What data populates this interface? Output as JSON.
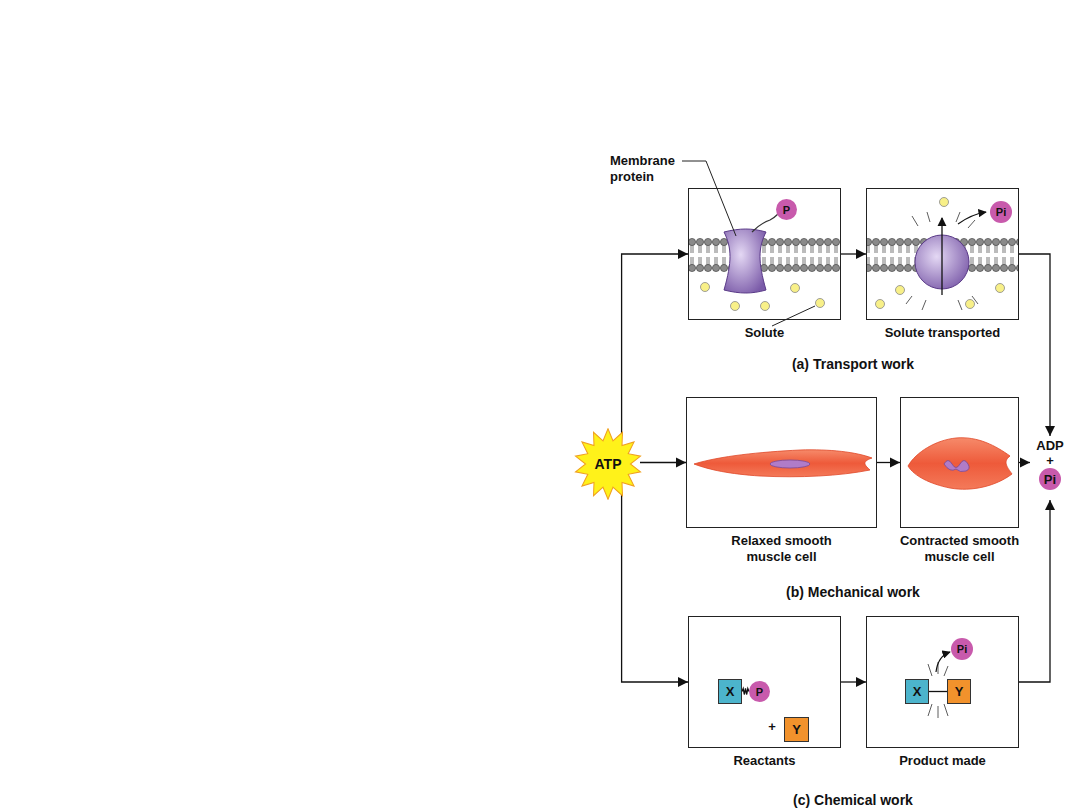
{
  "diagram": {
    "nodes": [
      {
        "text": [
          "ATP"
        ]
      },
      {
        "text": [
          "Solute"
        ]
      },
      {
        "text": [
          "P"
        ],
        "in": 1
      },
      {
        "text": [
          "Solute transported"
        ]
      },
      {
        "text": [
          "Pi"
        ],
        "in": 3
      },
      {
        "text": [
          "Relaxed smooth muscle cell"
        ]
      },
      {
        "text": [
          "Contracted smooth muscle cell"
        ]
      },
      {
        "text": [
          "Reactants"
        ]
      },
      {
        "text": [
          "X"
        ],
        "in": 7
      },
      {
        "text": [
          "P"
        ],
        "in": 7
      },
      {
        "text": [
          "Y"
        ],
        "in": 7
      },
      {
        "text": [
          "Product made"
        ]
      },
      {
        "text": [
          "Pi"
        ],
        "in": 11
      },
      {
        "text": [
          "X"
        ],
        "in": 11
      },
      {
        "text": [
          "Y"
        ],
        "in": 11
      },
      {
        "text": [
          "ADP",
          "+"
        ]
      },
      {
        "text": [
          "Pi"
        ],
        "in": 15
      }
    ],
    "edges": [
      {
        "from": 0,
        "to": 1,
        "arrow": "to"
      },
      {
        "from": 1,
        "to": 3,
        "arrow": "to"
      },
      {
        "from": 3,
        "to": 15,
        "arrow": "to"
      },
      {
        "from": 0,
        "to": 5,
        "arrow": "to"
      },
      {
        "from": 5,
        "to": 6,
        "arrow": "to"
      },
      {
        "from": 6,
        "to": 15,
        "arrow": "to"
      },
      {
        "from": 0,
        "to": 7,
        "arrow": "to"
      },
      {
        "from": 7,
        "to": 11,
        "arrow": "to"
      },
      {
        "from": 11,
        "to": 15,
        "arrow": "to"
      },
      {
        "from": 8,
        "to": 9,
        "arrow": "none"
      },
      {
        "from": 13,
        "to": 14,
        "arrow": "none"
      }
    ],
    "labels": [
      "Membrane protein",
      "+",
      "(a) Transport work",
      "(b) Mechanical work",
      "(c) Chemical work"
    ]
  }
}
